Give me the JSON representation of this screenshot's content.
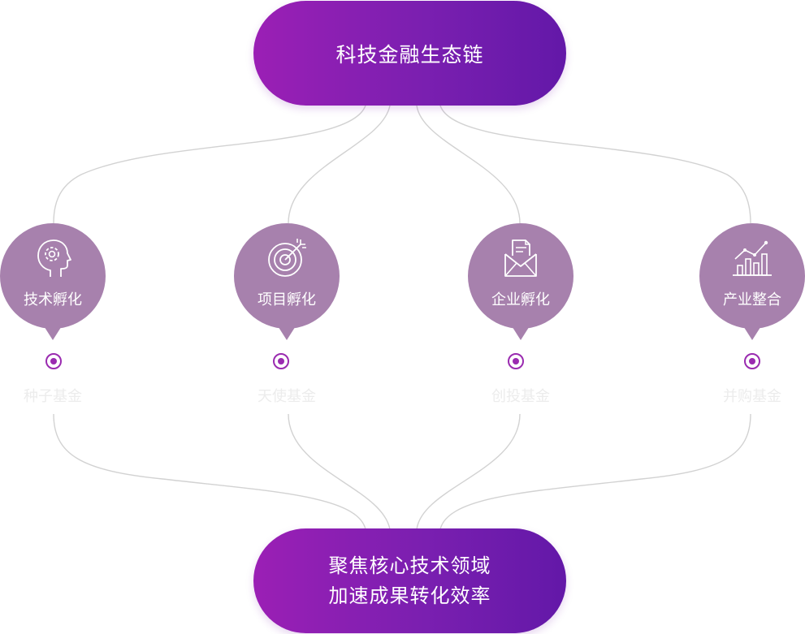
{
  "top": {
    "title": "科技金融生态链"
  },
  "bottom": {
    "line1": "聚焦核心技术领域",
    "line2": "加速成果转化效率"
  },
  "nodes": [
    {
      "label": "技术孵化",
      "fund": "种子基金",
      "icon": "head-gear-icon"
    },
    {
      "label": "项目孵化",
      "fund": "天使基金",
      "icon": "target-arrow-icon"
    },
    {
      "label": "企业孵化",
      "fund": "创投基金",
      "icon": "envelope-document-icon"
    },
    {
      "label": "产业整合",
      "fund": "并购基金",
      "icon": "bar-chart-trend-icon"
    }
  ],
  "colors": {
    "pill_gradient_start": "#9b1fb5",
    "pill_gradient_end": "#6318a8",
    "bubble": "#a781ad",
    "dot": "#9a2bb0",
    "connector": "#d2d2d2",
    "fund_text": "#ececec"
  }
}
